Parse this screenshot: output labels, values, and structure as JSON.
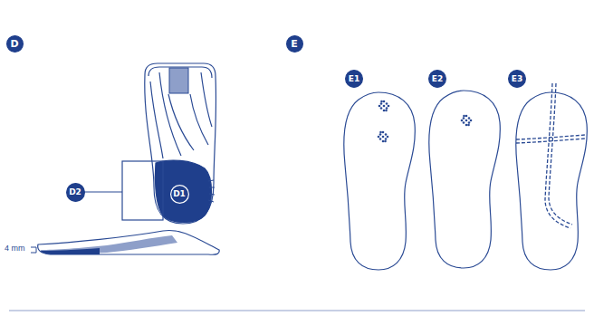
{
  "diagram": {
    "nodes": [
      {
        "text": [
          "D"
        ]
      },
      {
        "text": [
          "D2"
        ]
      },
      {
        "text": [
          "D1"
        ]
      },
      {
        "text": [
          "E"
        ]
      },
      {
        "text": [
          "E1"
        ]
      },
      {
        "text": [
          "E2"
        ]
      },
      {
        "text": [
          "E3"
        ]
      }
    ],
    "edges": [],
    "labels": [
      "4 mm"
    ]
  }
}
